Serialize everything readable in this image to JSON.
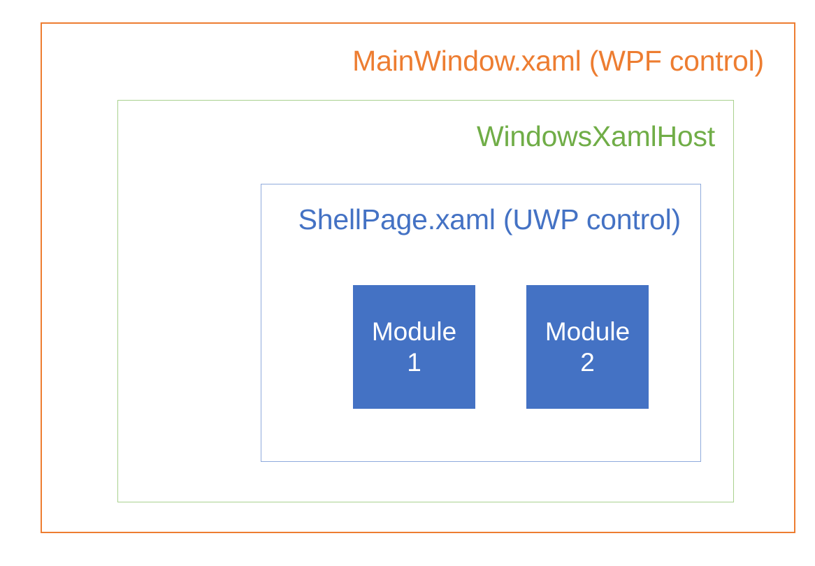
{
  "diagram": {
    "title": "WPF / WindowsXamlHost / UWP nesting diagram",
    "background_color": "#FFFFFF",
    "layers": [
      {
        "id": "mainwindow",
        "label": "MainWindow.xaml (WPF control)",
        "border_color": "#ED7D31",
        "text_color": "#ED7D31",
        "fill": "none"
      },
      {
        "id": "windowsxamlhost",
        "label": "WindowsXamlHost",
        "border_color": "#A9D18E",
        "text_color": "#70AD47",
        "fill": "none"
      },
      {
        "id": "shellpage",
        "label": "ShellPage.xaml (UWP control)",
        "border_color": "#8FAADC",
        "text_color": "#4472C4",
        "fill": "none"
      }
    ],
    "modules": [
      {
        "id": "module-1",
        "line1": "Module",
        "line2": "1",
        "fill_color": "#4472C4",
        "text_color": "#FFFFFF"
      },
      {
        "id": "module-2",
        "line1": "Module",
        "line2": "2",
        "fill_color": "#4472C4",
        "text_color": "#FFFFFF"
      }
    ]
  }
}
